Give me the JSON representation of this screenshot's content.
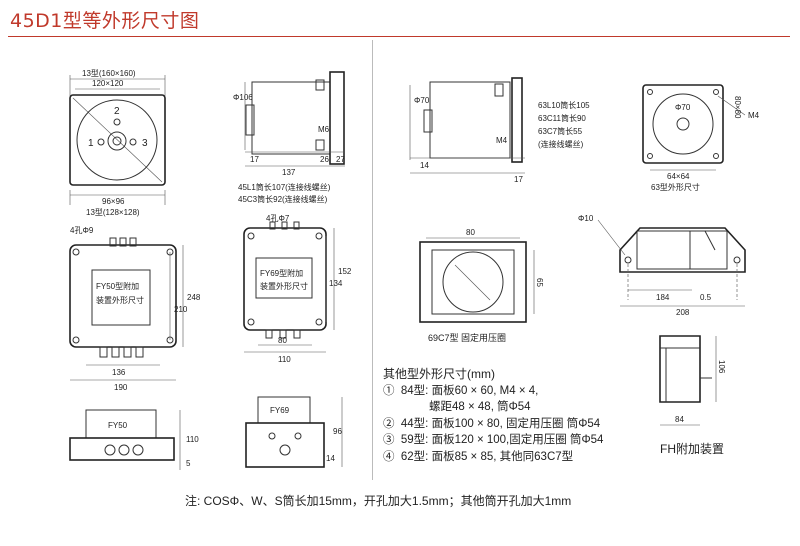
{
  "title": "45D1型等外形尺寸图",
  "colors": {
    "title": "#c0392b",
    "line": "#333333"
  },
  "top_left": {
    "dim_top1": "13型(160×160)",
    "dim_top2": "120×120",
    "term_2": "2",
    "term_1": "1",
    "term_3": "3",
    "dim_bottom1": "96×96",
    "dim_bottom2": "13型(128×128)"
  },
  "side45": {
    "phi": "Φ106",
    "m6": "M6",
    "d17": "17",
    "d26": "26",
    "d27": "27",
    "d137": "137",
    "caption1": "45L1筒长107(连接线螺丝)",
    "caption2": "45C3筒长92(连接线螺丝)"
  },
  "side63": {
    "phi": "Φ70",
    "m4": "M4",
    "d14": "14",
    "d17": "17",
    "caption1": "63L10筒长105",
    "caption2": "63C11筒长90",
    "caption3": "63C7筒长55",
    "caption4": "(连接线螺丝)"
  },
  "front63": {
    "phi": "Φ70",
    "m4": "M4",
    "dim_side": "80×80",
    "dim_bottom1": "64×64",
    "dim_bottom2": "63型外形尺寸"
  },
  "fy50": {
    "holes": "4孔Φ9",
    "label1": "FY50型附加",
    "label2": "装置外形尺寸",
    "d248": "248",
    "d210": "210",
    "d136": "136",
    "d190": "190",
    "side_label": "FY50",
    "d110": "110",
    "d5": "5"
  },
  "fy69": {
    "holes": "4孔Φ7",
    "label1": "FY69型附加",
    "label2": "装置外形尺寸",
    "d152": "152",
    "d134": "134",
    "d80": "80",
    "d110": "110",
    "side_label": "FY69",
    "d96": "96",
    "d14": "14"
  },
  "c69": {
    "d80": "80",
    "d65": "65",
    "caption": "69C7型 固定用压圈"
  },
  "fh": {
    "phi": "Φ10",
    "d184": "184",
    "d05": "0.5",
    "d208": "208",
    "d106": "106",
    "d84": "84",
    "caption": "FH附加装置"
  },
  "others": {
    "heading": "其他型外形尺寸(mm)",
    "items": [
      {
        "num": "①",
        "text": "84型:  面板60 × 60, M4 × 4,"
      },
      {
        "num": "",
        "text": "螺距48 × 48, 筒Φ54"
      },
      {
        "num": "②",
        "text": "44型:  面板100 × 80, 固定用压圈    筒Φ54"
      },
      {
        "num": "③",
        "text": "59型:  面板120 × 100,固定用压圈    筒Φ54"
      },
      {
        "num": "④",
        "text": "62型:  面板85 × 85, 其他同63C7型"
      }
    ]
  },
  "note": "注: COSΦ、W、S筒长加15mm，开孔加大1.5mm；其他筒开孔加大1mm"
}
